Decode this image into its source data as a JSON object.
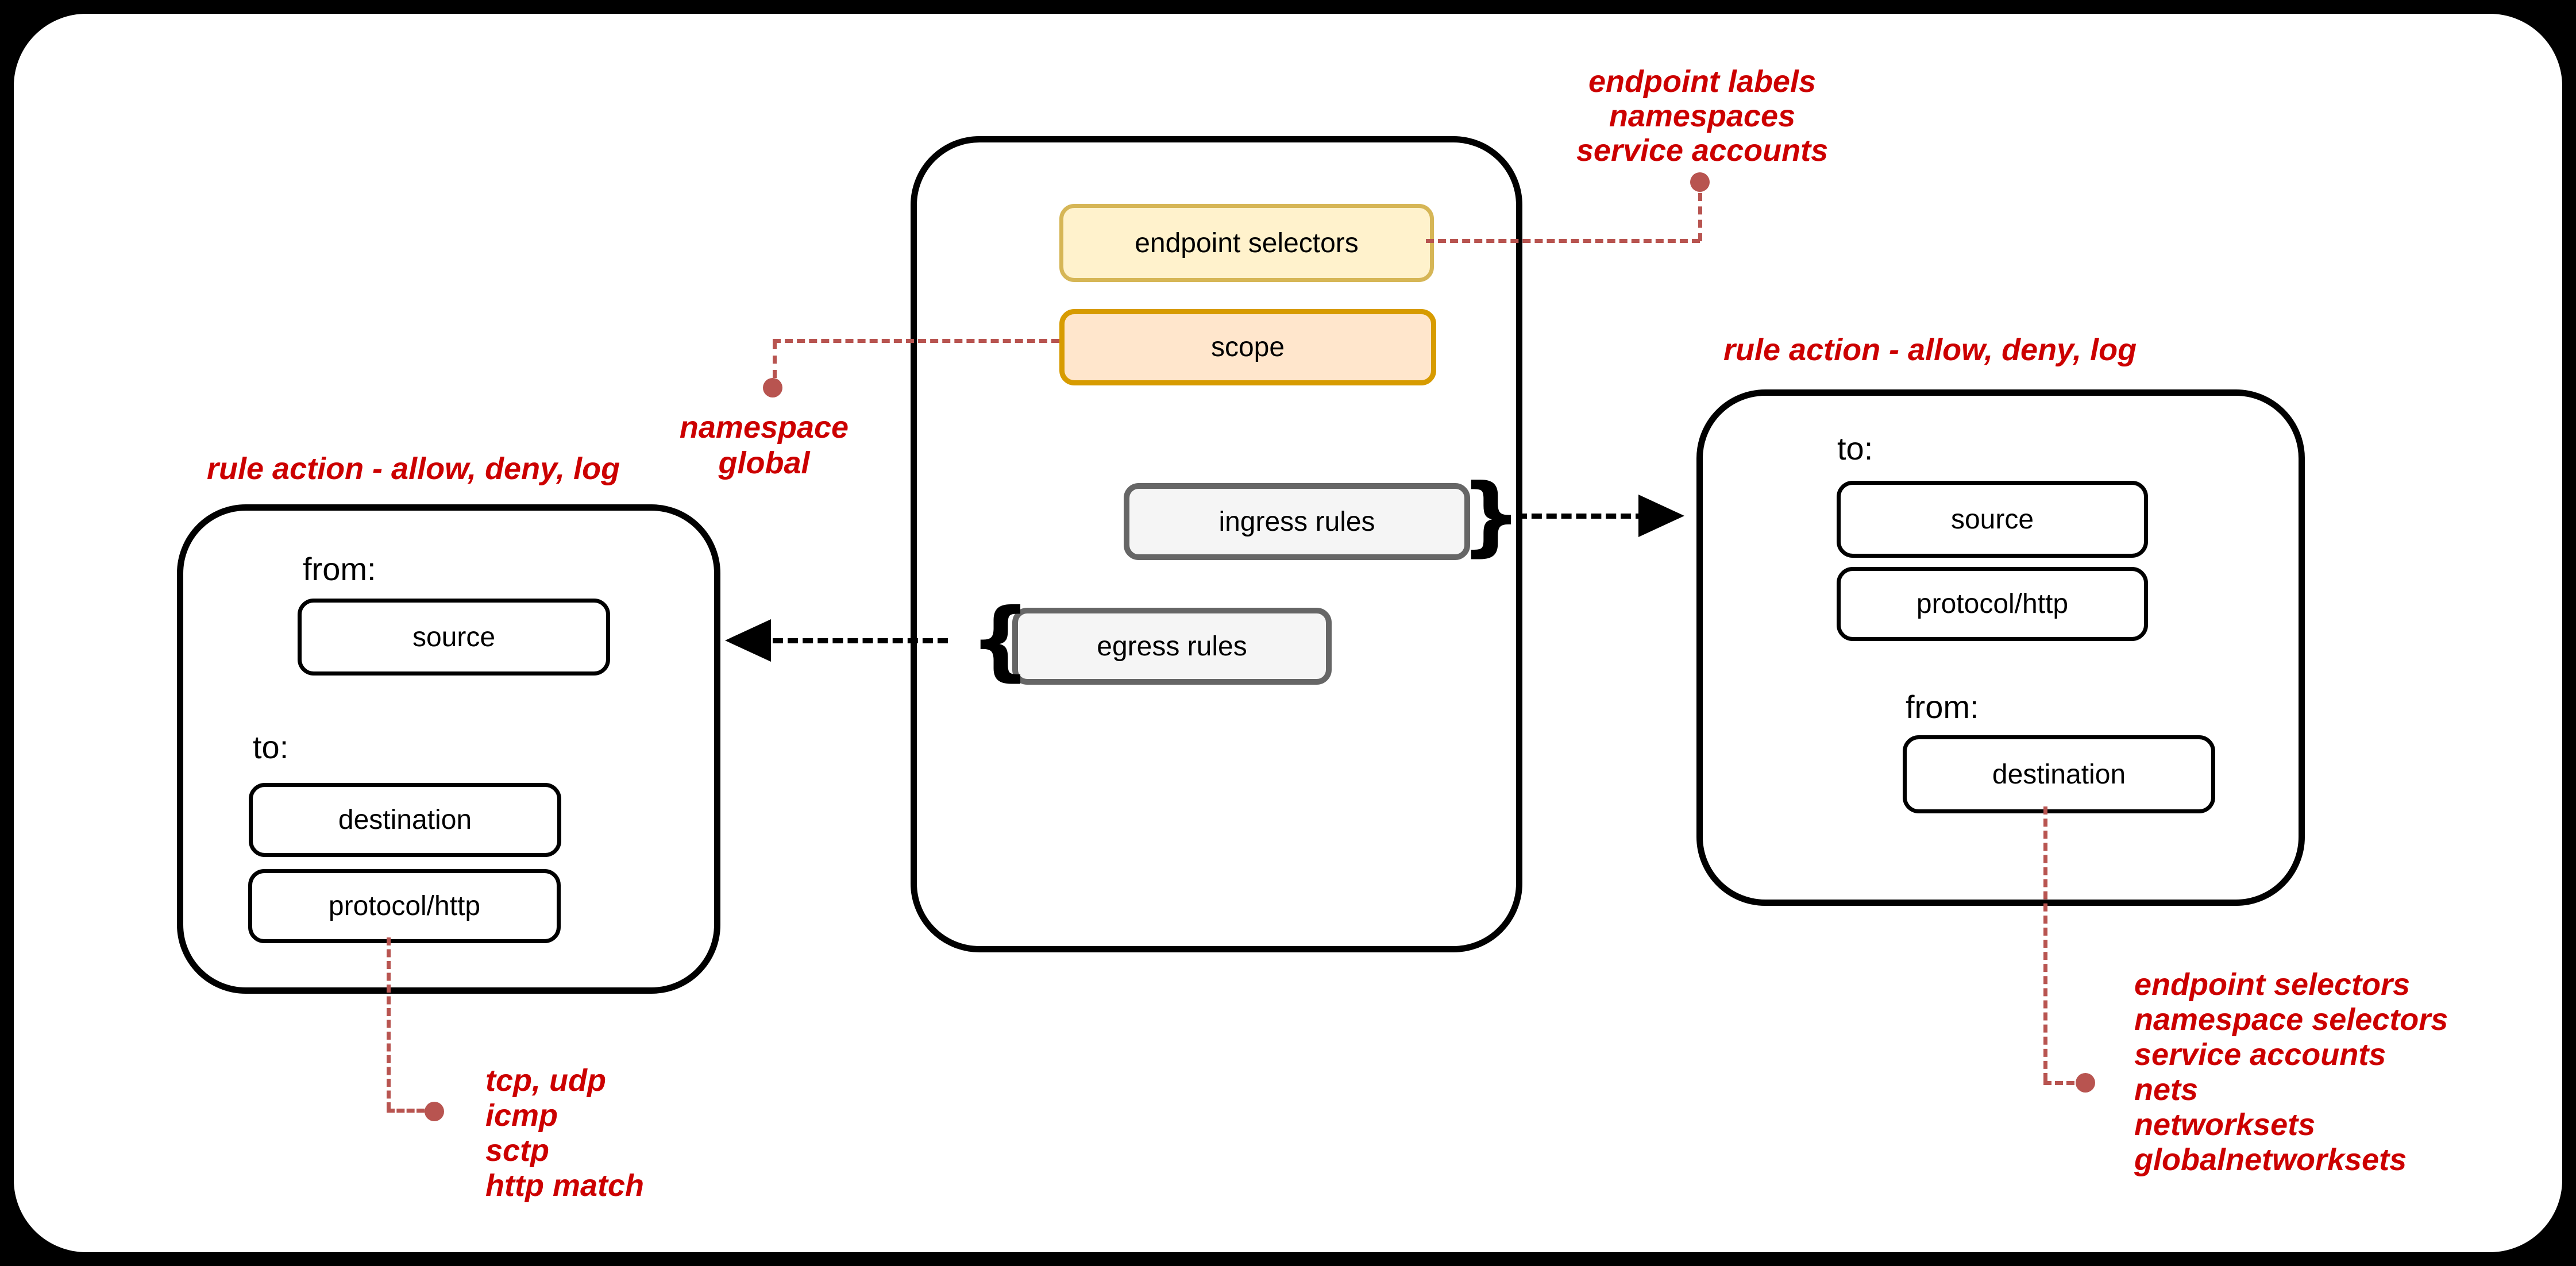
{
  "colors": {
    "red_text": "#cc0000",
    "connector": "#b85450",
    "yellow_fill": "#fff2cc",
    "yellow_border": "#d6b656",
    "orange_fill": "#ffe6cc",
    "orange_border": "#d79b00",
    "gray_fill": "#f5f5f5",
    "gray_border": "#666666",
    "line": "#000000"
  },
  "policy": {
    "endpoint_selectors": "endpoint selectors",
    "scope": "scope",
    "ingress_rules": "ingress rules",
    "egress_rules": "egress rules",
    "brace_open": "{",
    "brace_close": "}"
  },
  "egress_rule": {
    "title": "rule action - allow, deny, log",
    "from_label": "from:",
    "source": "source",
    "to_label": "to:",
    "destination": "destination",
    "protocol": "protocol/http"
  },
  "ingress_rule": {
    "title": "rule action - allow, deny, log",
    "to_label": "to:",
    "source": "source",
    "protocol": "protocol/http",
    "from_label": "from:",
    "destination": "destination"
  },
  "annotations": {
    "endpoint_selectors_note": {
      "lines": [
        "endpoint labels",
        "namespaces",
        "service accounts"
      ]
    },
    "scope_note": {
      "lines": [
        "namespace",
        "global"
      ]
    },
    "protocol_note": {
      "lines": [
        "tcp, udp",
        "icmp",
        "sctp",
        "http match"
      ]
    },
    "destination_note": {
      "lines": [
        "endpoint selectors",
        "namespace selectors",
        "service accounts",
        "nets",
        "networksets",
        "globalnetworksets"
      ]
    }
  }
}
